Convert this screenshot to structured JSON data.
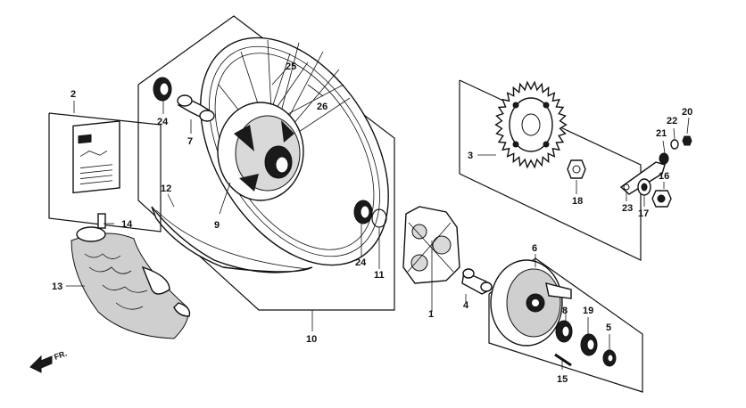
{
  "callouts": [
    {
      "id": "p1",
      "text": "1"
    },
    {
      "id": "p2",
      "text": "2"
    },
    {
      "id": "p3",
      "text": "3"
    },
    {
      "id": "p4",
      "text": "4"
    },
    {
      "id": "p5",
      "text": "5"
    },
    {
      "id": "p6",
      "text": "6"
    },
    {
      "id": "p7",
      "text": "7"
    },
    {
      "id": "p8",
      "text": "8"
    },
    {
      "id": "p9",
      "text": "9"
    },
    {
      "id": "p10",
      "text": "10"
    },
    {
      "id": "p11",
      "text": "11"
    },
    {
      "id": "p12",
      "text": "12"
    },
    {
      "id": "p13",
      "text": "13"
    },
    {
      "id": "p14",
      "text": "14"
    },
    {
      "id": "p15",
      "text": "15"
    },
    {
      "id": "p16",
      "text": "16"
    },
    {
      "id": "p17",
      "text": "17"
    },
    {
      "id": "p18",
      "text": "18"
    },
    {
      "id": "p19",
      "text": "19"
    },
    {
      "id": "p20",
      "text": "20"
    },
    {
      "id": "p21",
      "text": "21"
    },
    {
      "id": "p22",
      "text": "22"
    },
    {
      "id": "p23",
      "text": "23"
    },
    {
      "id": "p24a",
      "text": "24"
    },
    {
      "id": "p24b",
      "text": "24"
    },
    {
      "id": "p25",
      "text": "25"
    },
    {
      "id": "p26",
      "text": "26"
    }
  ],
  "front_arrow": {
    "text": "FR."
  }
}
